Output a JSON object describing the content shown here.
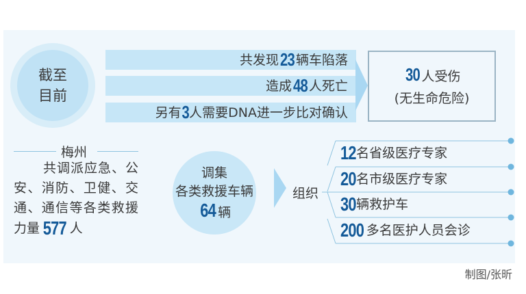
{
  "status_circle": {
    "line1": "截至",
    "line2": "目前"
  },
  "facts": [
    {
      "pre": "共发现",
      "num": "23",
      "post": "辆车陷落"
    },
    {
      "pre": "造成",
      "num": "48",
      "post": "人死亡"
    },
    {
      "pre": "另有",
      "num": "3",
      "post": "人需要DNA进一步比对确认"
    }
  ],
  "injured": {
    "num": "30",
    "post": "人受伤",
    "note": "(无生命危险)"
  },
  "meizhou": {
    "title": "梅州",
    "text": "共调派应急、公安、消防、卫健、交通、通信等各类救援力量",
    "num": "577",
    "post": "人"
  },
  "vehicles_circle": {
    "line1": "调集",
    "line2": "各类救援车辆",
    "num": "64",
    "post": "辆"
  },
  "organize": {
    "label": "组织",
    "items": [
      {
        "num": "12",
        "text": "名省级医疗专家"
      },
      {
        "num": "20",
        "text": "名市级医疗专家"
      },
      {
        "num": "30",
        "text": "辆救护车"
      },
      {
        "num": "200",
        "text": "多名医护人员会诊"
      }
    ]
  },
  "credit": "制图/张昕",
  "colors": {
    "accent": "#145a98",
    "bar": "#c6e6f7",
    "panel": "#f0f7fc",
    "line": "#8ec3df"
  }
}
